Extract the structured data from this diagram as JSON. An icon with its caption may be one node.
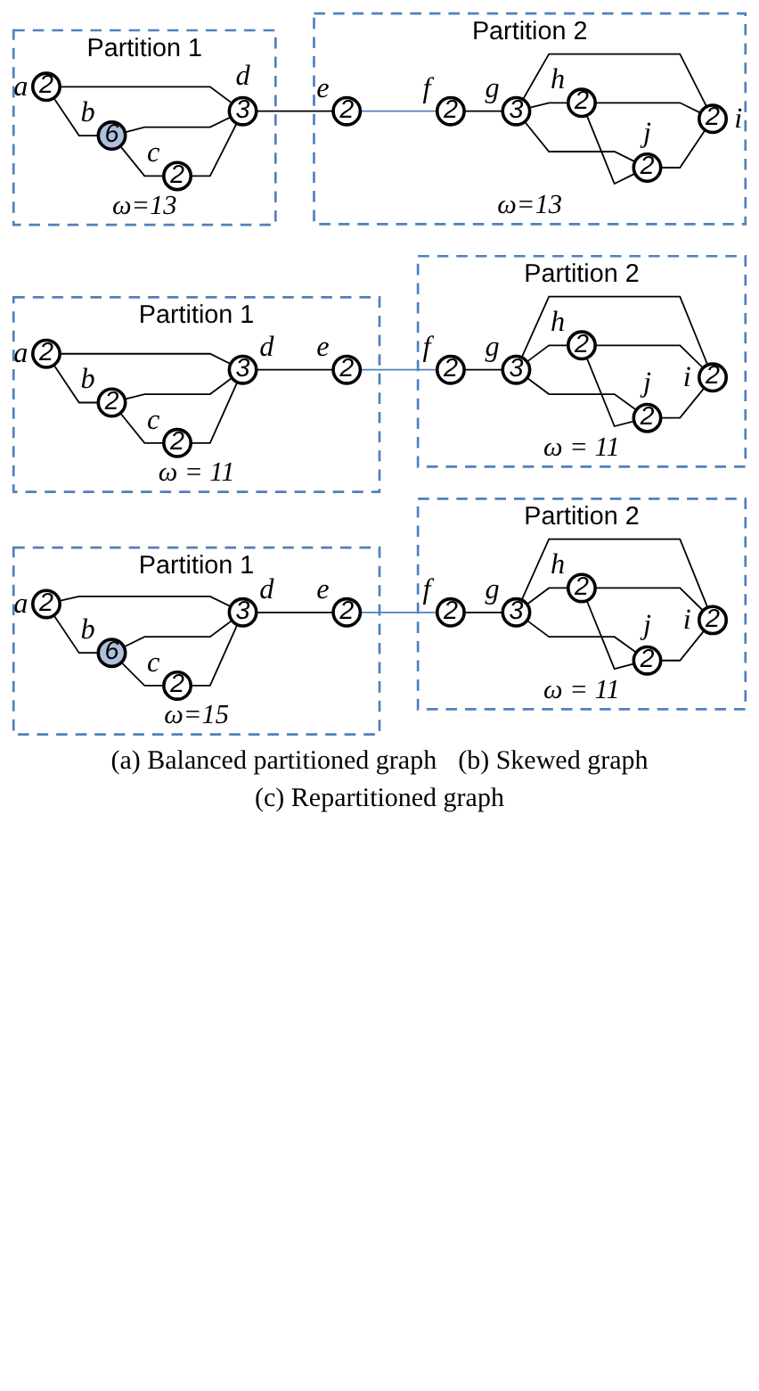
{
  "diagram": {
    "nodes": [
      {
        "text": [
          "Partition 1",
          "ω = 11"
        ]
      },
      {
        "text": [
          "2"
        ],
        "beside": [
          "a"
        ],
        "in": 0
      },
      {
        "text": [
          "2"
        ],
        "beside": [
          "b"
        ],
        "in": 0
      },
      {
        "text": [
          "2"
        ],
        "beside": [
          "c"
        ],
        "in": 0
      },
      {
        "text": [
          "3"
        ],
        "beside": [
          "d"
        ],
        "in": 0
      },
      {
        "text": [
          "2"
        ],
        "beside": [
          "e"
        ],
        "in": 0
      },
      {
        "text": [
          "Partition 2",
          "ω = 11"
        ]
      },
      {
        "text": [
          "2"
        ],
        "beside": [
          "f"
        ],
        "in": 6
      },
      {
        "text": [
          "3"
        ],
        "beside": [
          "g"
        ],
        "in": 6
      },
      {
        "text": [
          "2"
        ],
        "beside": [
          "h"
        ],
        "in": 6
      },
      {
        "text": [
          "2"
        ],
        "beside": [
          "i"
        ],
        "in": 6
      },
      {
        "text": [
          "2"
        ],
        "beside": [
          "j"
        ],
        "in": 6
      },
      {
        "text": [
          "Partition 1",
          "ω=15"
        ]
      },
      {
        "text": [
          "2"
        ],
        "beside": [
          "a"
        ],
        "in": 12
      },
      {
        "text": [
          "6"
        ],
        "beside": [
          "b"
        ],
        "in": 12
      },
      {
        "text": [
          "2"
        ],
        "beside": [
          "c"
        ],
        "in": 12
      },
      {
        "text": [
          "3"
        ],
        "beside": [
          "d"
        ],
        "in": 12
      },
      {
        "text": [
          "2"
        ],
        "beside": [
          "e"
        ],
        "in": 12
      },
      {
        "text": [
          "Partition 2",
          "ω = 11"
        ]
      },
      {
        "text": [
          "2"
        ],
        "beside": [
          "f"
        ],
        "in": 18
      },
      {
        "text": [
          "3"
        ],
        "beside": [
          "g"
        ],
        "in": 18
      },
      {
        "text": [
          "2"
        ],
        "beside": [
          "h"
        ],
        "in": 18
      },
      {
        "text": [
          "2"
        ],
        "beside": [
          "i"
        ],
        "in": 18
      },
      {
        "text": [
          "2"
        ],
        "beside": [
          "j"
        ],
        "in": 18
      },
      {
        "text": [
          "Partition 1",
          "ω=13"
        ]
      },
      {
        "text": [
          "2"
        ],
        "beside": [
          "a"
        ],
        "in": 24
      },
      {
        "text": [
          "6"
        ],
        "beside": [
          "b"
        ],
        "in": 24
      },
      {
        "text": [
          "2"
        ],
        "beside": [
          "c"
        ],
        "in": 24
      },
      {
        "text": [
          "3"
        ],
        "beside": [
          "d"
        ],
        "in": 24
      },
      {
        "text": [
          "Partition 2",
          "ω=13"
        ]
      },
      {
        "text": [
          "2"
        ],
        "beside": [
          "e"
        ],
        "in": 29
      },
      {
        "text": [
          "2"
        ],
        "beside": [
          "f"
        ],
        "in": 29
      },
      {
        "text": [
          "3"
        ],
        "beside": [
          "g"
        ],
        "in": 29
      },
      {
        "text": [
          "2"
        ],
        "beside": [
          "h"
        ],
        "in": 29
      },
      {
        "text": [
          "2"
        ],
        "beside": [
          "i"
        ],
        "in": 29
      },
      {
        "text": [
          "2"
        ],
        "beside": [
          "j"
        ],
        "in": 29
      }
    ],
    "edges": [
      {
        "from": 1,
        "to": 2,
        "arrow": "none"
      },
      {
        "from": 1,
        "to": 4,
        "arrow": "none"
      },
      {
        "from": 2,
        "to": 4,
        "arrow": "none"
      },
      {
        "from": 2,
        "to": 3,
        "arrow": "none"
      },
      {
        "from": 3,
        "to": 4,
        "arrow": "none"
      },
      {
        "from": 4,
        "to": 5,
        "arrow": "none"
      },
      {
        "from": 5,
        "to": 7,
        "arrow": "none",
        "color": "#4f81bd"
      },
      {
        "from": 7,
        "to": 8,
        "arrow": "none"
      },
      {
        "from": 8,
        "to": 9,
        "arrow": "none"
      },
      {
        "from": 8,
        "to": 11,
        "arrow": "none"
      },
      {
        "from": 8,
        "to": 10,
        "arrow": "none"
      },
      {
        "from": 9,
        "to": 11,
        "arrow": "none"
      },
      {
        "from": 9,
        "to": 10,
        "arrow": "none"
      },
      {
        "from": 11,
        "to": 10,
        "arrow": "none"
      },
      {
        "from": 13,
        "to": 14,
        "arrow": "none"
      },
      {
        "from": 13,
        "to": 16,
        "arrow": "none"
      },
      {
        "from": 14,
        "to": 16,
        "arrow": "none"
      },
      {
        "from": 14,
        "to": 15,
        "arrow": "none"
      },
      {
        "from": 15,
        "to": 16,
        "arrow": "none"
      },
      {
        "from": 16,
        "to": 17,
        "arrow": "none"
      },
      {
        "from": 17,
        "to": 19,
        "arrow": "none",
        "color": "#4f81bd"
      },
      {
        "from": 19,
        "to": 20,
        "arrow": "none"
      },
      {
        "from": 20,
        "to": 21,
        "arrow": "none"
      },
      {
        "from": 20,
        "to": 23,
        "arrow": "none"
      },
      {
        "from": 20,
        "to": 22,
        "arrow": "none"
      },
      {
        "from": 21,
        "to": 23,
        "arrow": "none"
      },
      {
        "from": 21,
        "to": 22,
        "arrow": "none"
      },
      {
        "from": 23,
        "to": 22,
        "arrow": "none"
      },
      {
        "from": 25,
        "to": 26,
        "arrow": "none"
      },
      {
        "from": 25,
        "to": 28,
        "arrow": "none"
      },
      {
        "from": 26,
        "to": 28,
        "arrow": "none"
      },
      {
        "from": 26,
        "to": 27,
        "arrow": "none"
      },
      {
        "from": 27,
        "to": 28,
        "arrow": "none"
      },
      {
        "from": 28,
        "to": 30,
        "arrow": "none"
      },
      {
        "from": 30,
        "to": 31,
        "arrow": "none",
        "color": "#4f81bd"
      },
      {
        "from": 31,
        "to": 32,
        "arrow": "none"
      },
      {
        "from": 32,
        "to": 33,
        "arrow": "none"
      },
      {
        "from": 32,
        "to": 35,
        "arrow": "none"
      },
      {
        "from": 32,
        "to": 34,
        "arrow": "none"
      },
      {
        "from": 33,
        "to": 35,
        "arrow": "none"
      },
      {
        "from": 33,
        "to": 34,
        "arrow": "none"
      },
      {
        "from": 35,
        "to": 34,
        "arrow": "none"
      }
    ],
    "labels": [
      "(a) Balanced partitioned graph",
      "(b) Skewed graph",
      "(c) Repartitioned graph"
    ]
  }
}
